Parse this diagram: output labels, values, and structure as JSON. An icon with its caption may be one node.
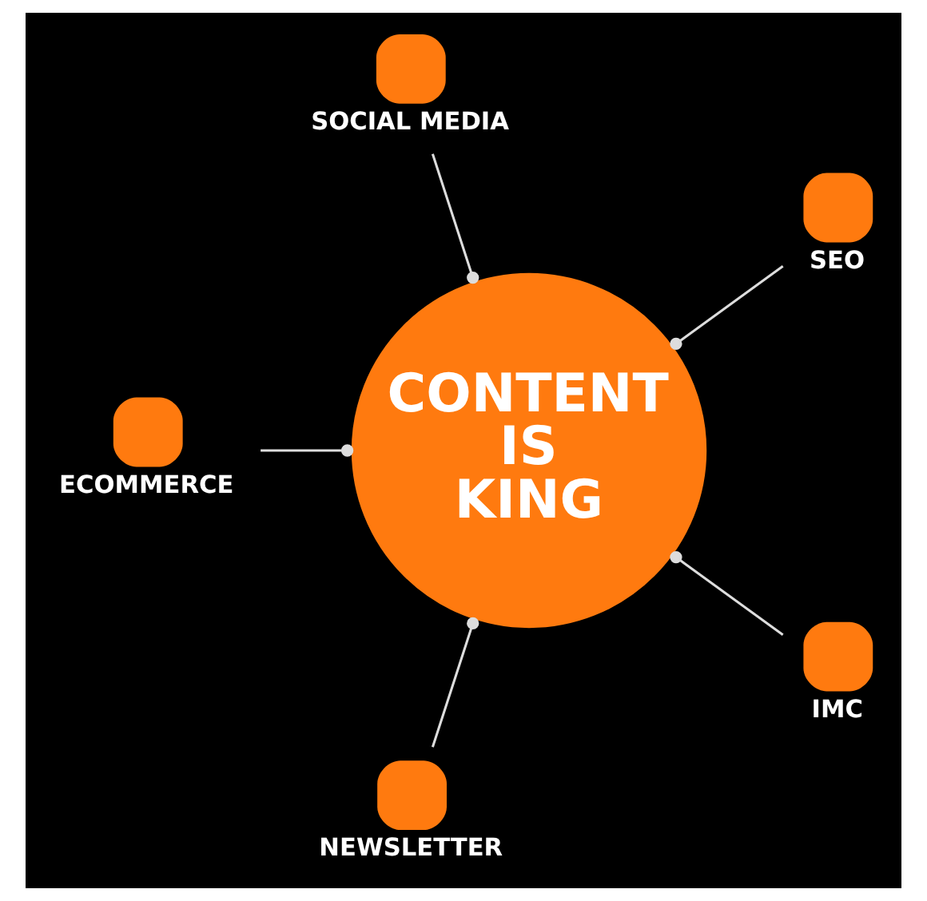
{
  "diagram": {
    "nodes": [
      {
        "text": [
          "CONTENT IS KING"
        ]
      },
      {
        "text": [
          "SEO"
        ]
      },
      {
        "text": [
          "SOCIAL MEDIA"
        ]
      },
      {
        "text": [
          "ECOMMERCE"
        ]
      },
      {
        "text": [
          "NEWSLETTER"
        ]
      },
      {
        "text": [
          "IMC"
        ]
      }
    ],
    "edges": [
      {
        "from": 1,
        "to": 0,
        "arrow": "other"
      },
      {
        "from": 2,
        "to": 0,
        "arrow": "other"
      },
      {
        "from": 3,
        "to": 0,
        "arrow": "other"
      },
      {
        "from": 4,
        "to": 0,
        "arrow": "other"
      },
      {
        "from": 5,
        "to": 0,
        "arrow": "other"
      }
    ]
  }
}
